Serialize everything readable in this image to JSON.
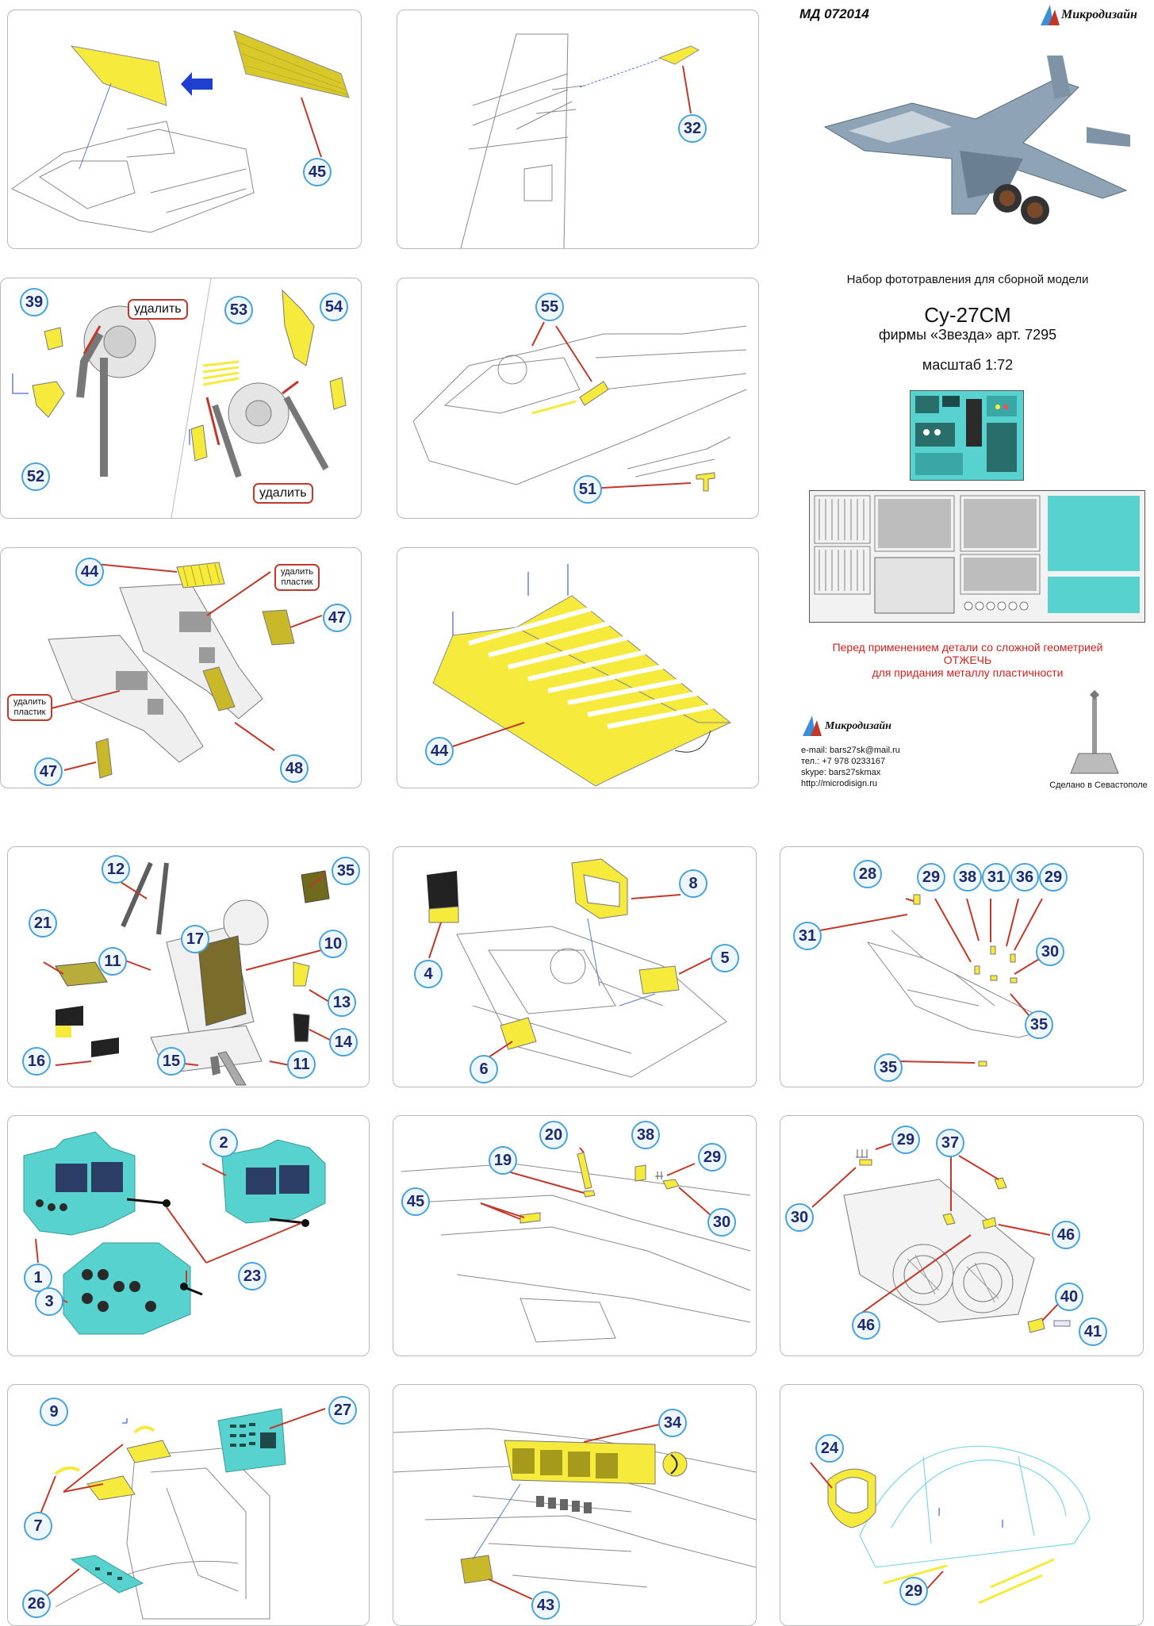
{
  "header": {
    "code": "МД 072014",
    "brand": "Микродизайн",
    "subtitle": "Набор фототравления для сборной модели",
    "model": "Су-27СМ",
    "maker": "фирмы «Звезда»  арт. 7295",
    "scale": "масштаб 1:72"
  },
  "warning": {
    "line1": "Перед применением детали со сложной геометрией",
    "line2": "ОТЖЕЧЬ",
    "line3": "для придания металлу пластичности"
  },
  "contacts": {
    "brand": "Микродизайн",
    "email": "e-mail: bars27sk@mail.ru",
    "phone": "тел.: +7 978 0233167",
    "skype": "skype: bars27skmax",
    "url": "http://microdisign.ru",
    "made": "Сделано в Севастополе"
  },
  "labels": {
    "remove": "удалить",
    "remove_plastic_line1": "удалить",
    "remove_plastic_line2": "пластик"
  },
  "panels": {
    "p1": [
      "45"
    ],
    "p2": [
      "32"
    ],
    "p3": [
      "39",
      "53",
      "54",
      "52"
    ],
    "p4": [
      "55",
      "51"
    ],
    "p5": [
      "44",
      "47",
      "47",
      "48"
    ],
    "p6": [
      "44"
    ],
    "p7": [
      "12",
      "35",
      "21",
      "17",
      "10",
      "11",
      "13",
      "16",
      "15",
      "11",
      "14"
    ],
    "p8": [
      "8",
      "4",
      "5",
      "6"
    ],
    "p9": [
      "28",
      "29",
      "38",
      "31",
      "36",
      "29",
      "31",
      "30",
      "35",
      "35"
    ],
    "p10": [
      "2",
      "1",
      "23",
      "3"
    ],
    "p11": [
      "20",
      "38",
      "19",
      "29",
      "45",
      "30"
    ],
    "p12": [
      "29",
      "37",
      "30",
      "46",
      "46",
      "40",
      "41"
    ],
    "p13": [
      "9",
      "27",
      "7",
      "26"
    ],
    "p14": [
      "34",
      "43"
    ],
    "p15": [
      "24",
      "29"
    ]
  },
  "colors": {
    "callout_border": "#4aa3d8",
    "callout_text": "#1d2a6b",
    "photoetch_yellow": "#f6ea3c",
    "panel_cyan": "#58d2cf",
    "remove_red": "#c0392b",
    "arrow_blue": "#1e3fcf"
  }
}
